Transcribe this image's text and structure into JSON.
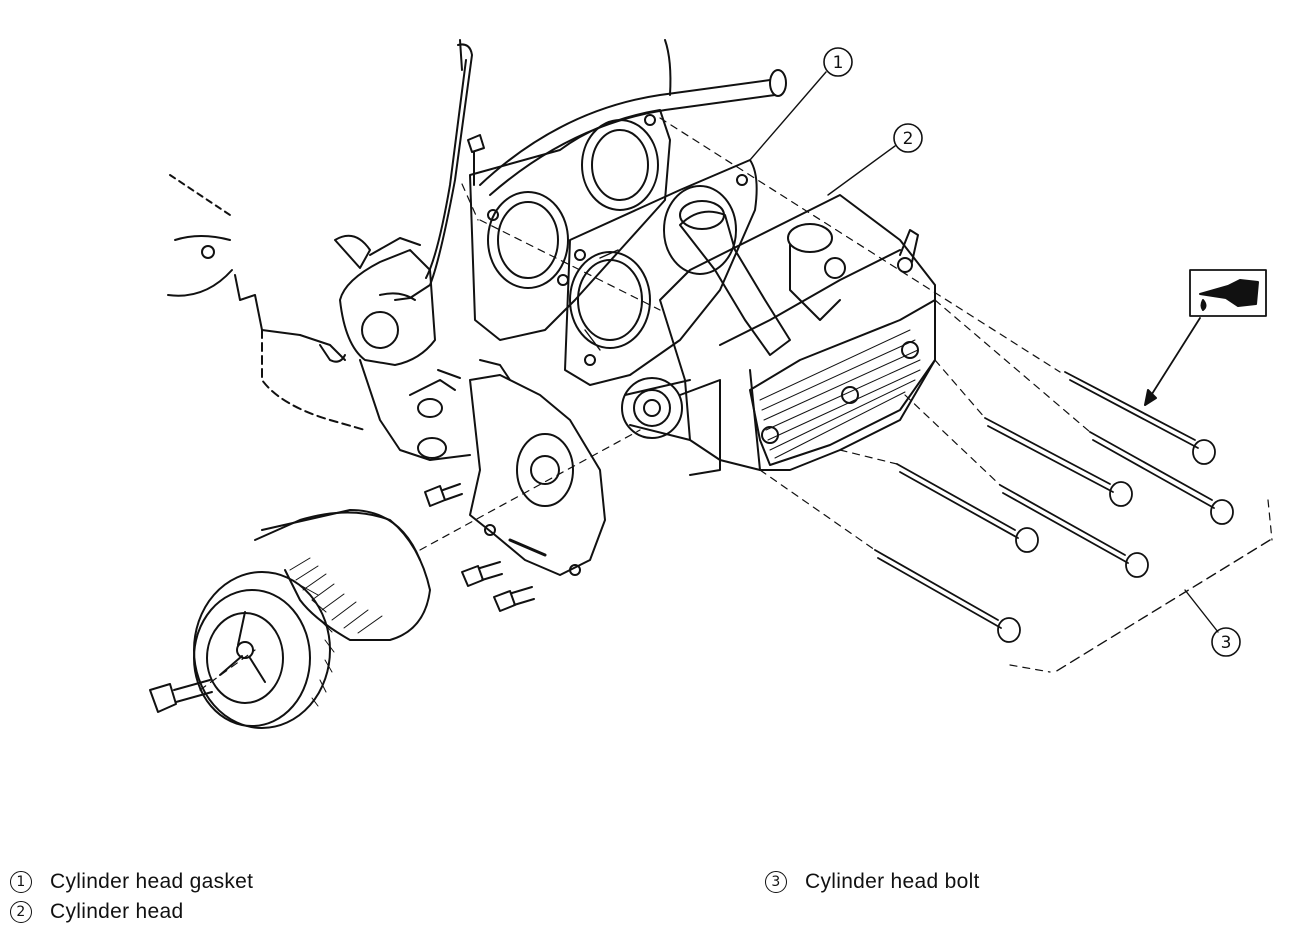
{
  "callouts": [
    {
      "number": "1",
      "name": "Cylinder head gasket"
    },
    {
      "number": "2",
      "name": "Cylinder head"
    },
    {
      "number": "3",
      "name": "Cylinder head bolt"
    }
  ],
  "legend": [
    {
      "number": "1",
      "label": "Cylinder head gasket"
    },
    {
      "number": "2",
      "label": "Cylinder head"
    },
    {
      "number": "3",
      "label": "Cylinder head bolt"
    }
  ],
  "icons": {
    "oil_apply": "oil-can-icon"
  },
  "colors": {
    "line": "#111111",
    "background": "#ffffff"
  }
}
